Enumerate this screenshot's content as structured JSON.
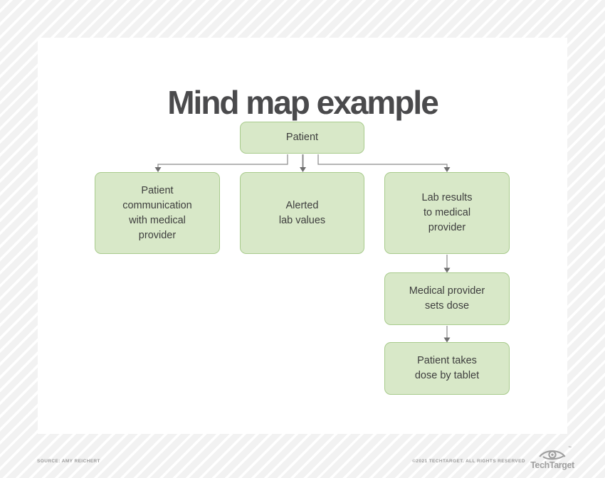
{
  "page": {
    "title": "Mind map example"
  },
  "mindmap": {
    "nodes": {
      "patient": {
        "label": "Patient"
      },
      "communication": {
        "label": "Patient\ncommunication\nwith medical\nprovider"
      },
      "alerted": {
        "label": "Alerted\nlab values"
      },
      "lab_results": {
        "label": "Lab results\nto medical\nprovider"
      },
      "sets_dose": {
        "label": "Medical provider\nsets dose"
      },
      "takes_dose": {
        "label": "Patient takes\ndose by tablet"
      }
    },
    "edges": [
      {
        "from": "patient",
        "to": "communication"
      },
      {
        "from": "patient",
        "to": "alerted"
      },
      {
        "from": "patient",
        "to": "lab_results"
      },
      {
        "from": "lab_results",
        "to": "sets_dose"
      },
      {
        "from": "sets_dose",
        "to": "takes_dose"
      }
    ],
    "colors": {
      "node_fill": "#d8e8c8",
      "node_border": "#a8cb8c",
      "connector": "#8a8a8a",
      "connector_arrow": "#6f6f6f"
    }
  },
  "footer": {
    "source": "SOURCE: AMY REICHERT",
    "copyright": "©2021 TECHTARGET. ALL RIGHTS RESERVED",
    "brand": "TechTarget",
    "trademark": "™"
  }
}
